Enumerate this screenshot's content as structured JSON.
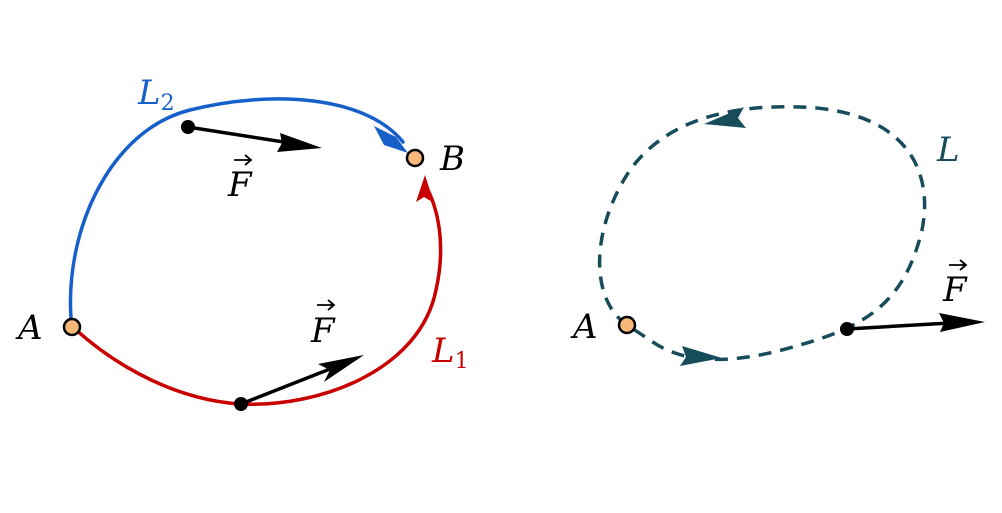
{
  "left": {
    "point_a": "A",
    "point_b": "B",
    "curve_l1": {
      "letter": "L",
      "subscript": "1"
    },
    "curve_l2": {
      "letter": "L",
      "subscript": "2"
    },
    "force_top": "F",
    "force_bottom": "F",
    "colors": {
      "l1": "#c90000",
      "l2": "#1760c9",
      "endpoint_fill": "#f7b87a",
      "force": "#000000"
    }
  },
  "right": {
    "point_a": "A",
    "curve_l": "L",
    "force": "F",
    "colors": {
      "loop": "#174c5a",
      "endpoint_fill": "#f7b87a",
      "force": "#000000"
    }
  }
}
